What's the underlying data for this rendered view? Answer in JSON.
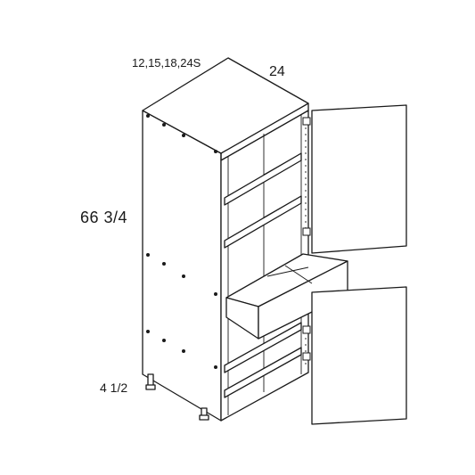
{
  "labels": {
    "widths": "12,15,18,24S",
    "depth": "24",
    "height": "66 3/4",
    "toe_kick": "4 1/2"
  }
}
